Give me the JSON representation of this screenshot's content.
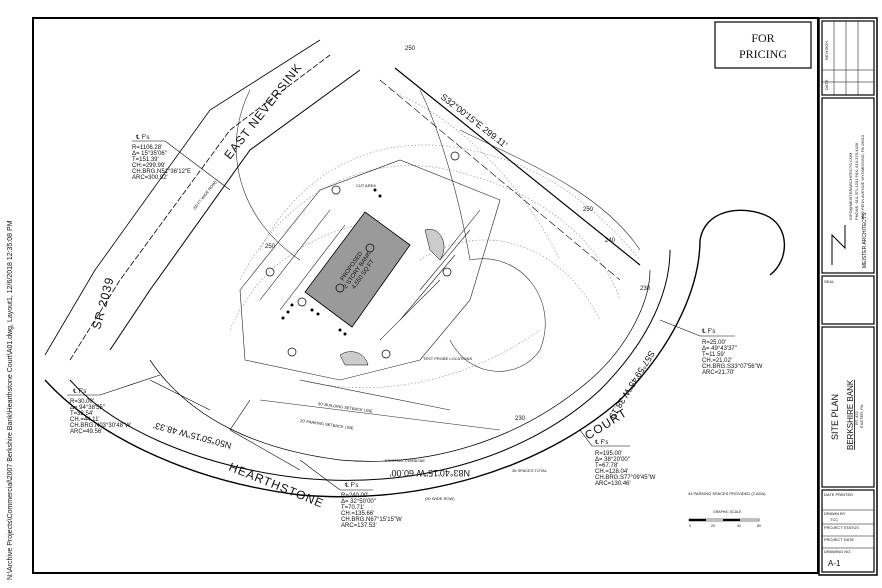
{
  "file_path": "N:\\Archive Projects\\Commercial\\2007 Berkshire Bank\\Hearthstone Court\\A01.dwg, Layout1, 12/6/2018 12:35:08 PM",
  "stamp": {
    "line1": "FOR",
    "line2": "PRICING"
  },
  "streets": {
    "east_neversink": "EAST   NEVERSINK",
    "sr": "SR 2039",
    "hearthstone": "HEARTHSTONE",
    "court": "COURT",
    "row_left": "(50 FT WIDE ROW)",
    "row_bottom": "(50 WIDE ROW)"
  },
  "bearings": {
    "top": "S32°00'15\"E  299.11'",
    "right": "S57°59'45\"W  38.19'",
    "bottom_left": "N50°50'15\"W  48.33'",
    "bottom": "N83°40'15\"W  60.00'"
  },
  "curves": [
    {
      "label": "℄ F's",
      "lines": [
        "R=1106.28'",
        "Δ= 15°35'06\"",
        "T=151.39'",
        "CH.=299.99'",
        "CH.BRG.N51°36'12\"E",
        "ARC=300.92'"
      ]
    },
    {
      "label": "℄ F's",
      "lines": [
        "R=30.00'",
        "Δ= 94°38'55\"",
        "T=32.54'",
        "CH.=44.11'",
        "CH.BRG.N03°30'48\"W",
        "ARC=49.56'"
      ]
    },
    {
      "label": "℄ F's",
      "lines": [
        "R=25.00'",
        "Δ= 49°43'37\"",
        "T=11.59'",
        "CH.=21.02'",
        "CH.BRG.S33°07'56\"W",
        "ARC=21.70'"
      ]
    },
    {
      "label": "℄ F's",
      "lines": [
        "R=195.00'",
        "Δ= 38°20'00\"",
        "T=67.78'",
        "CH.=128.04'",
        "CH.BRG.S77°09'45\"W",
        "ARC=130.46'"
      ]
    },
    {
      "label": "℄ F's",
      "lines": [
        "R=240.00'",
        "Δ= 32°50'00\"",
        "T=70.71'",
        "CH.=135.66'",
        "CH.BRG.N67°15'15\"W",
        "ARC=137.53'"
      ]
    }
  ],
  "building": {
    "line1": "PROPOSED",
    "line2": "2 STORY BANK",
    "line3": "4,550 SQ FT"
  },
  "labels": {
    "test_probe": "TEST PROBE LOCATIONS",
    "parking": "34 PARKING SPACES PROVIDED (2 ADA)",
    "spaces_total": "36 SPACES TOTAL",
    "existing_curb": "EXISTING CURBLINE",
    "building_setback": "50' BUILDING SETBACK LINE",
    "parking_setback": "20' PARKING SETBACK LINE",
    "cut_area": "CUT AREA",
    "graphic_scale": "GRAPHIC SCALE",
    "scale_ticks": [
      "0",
      "20",
      "40",
      "80"
    ]
  },
  "contours": [
    "250",
    "250",
    "250",
    "240",
    "230",
    "230"
  ],
  "title_block": {
    "revision": "REVISION",
    "date": "DATE",
    "architect_name": "MEISTER ARCHITECTS",
    "architect_email": "INFO@MEISTERARCHITECTS.COM",
    "architect_phone": "PHONE: 610-371-1201  FAX: 610-370-4426",
    "architect_address": "1322 PENN AVENUE   WYOMISSING, PA  19610",
    "seal": "SEAL",
    "sheet_title": "SITE PLAN",
    "project": "BERKSHIRE BANK",
    "project_route": "RT. 422",
    "project_location": "EXETER, PA.",
    "date_printed": "DATE PRINTED",
    "drawn_by": "DRAWN BY",
    "drawn_by_value": "TCC",
    "project_status": "PROJECT STATUS",
    "project_date": "PROJECT DATE",
    "drawing_no": "DRAWING NO.",
    "drawing_no_value": "A-1"
  }
}
